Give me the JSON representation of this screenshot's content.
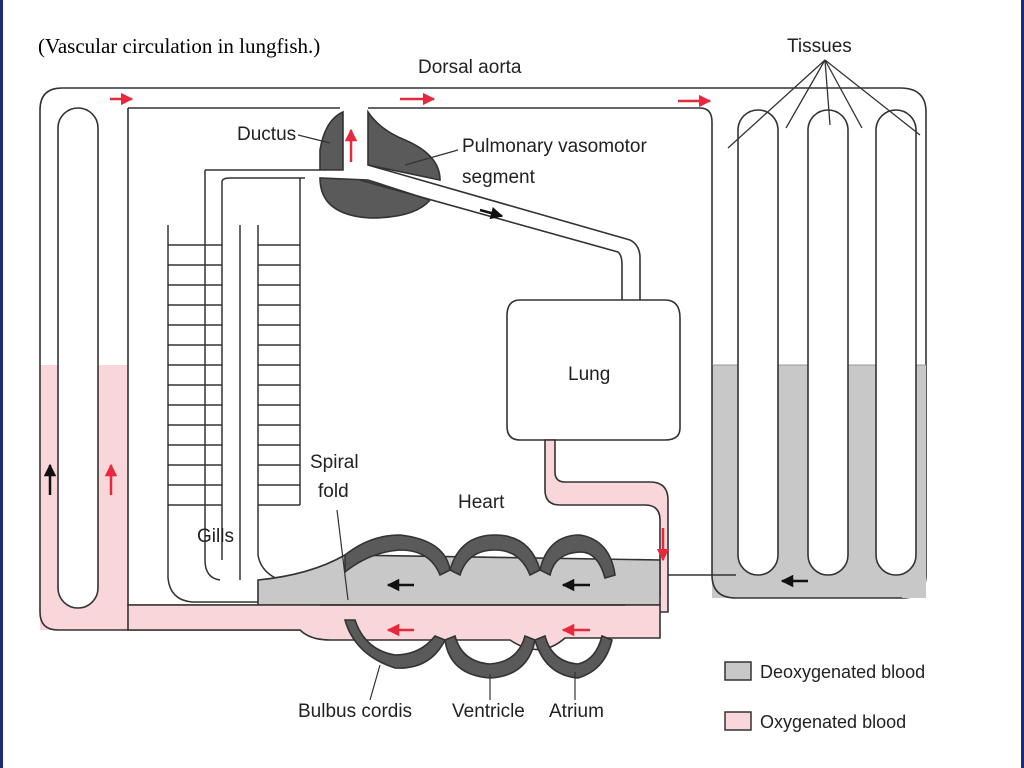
{
  "caption": "(Vascular circulation in lungfish.)",
  "labels": {
    "dorsal_aorta": "Dorsal aorta",
    "tissues": "Tissues",
    "ductus": "Ductus",
    "pulmonary_line1": "Pulmonary vasomotor",
    "pulmonary_line2": "segment",
    "lung": "Lung",
    "spiral_line1": "Spiral",
    "spiral_line2": "fold",
    "heart": "Heart",
    "gills": "Gills",
    "bulbus": "Bulbus cordis",
    "ventricle": "Ventricle",
    "atrium": "Atrium"
  },
  "legend": {
    "deoxygenated": "Deoxygenated blood",
    "oxygenated": "Oxygenated blood"
  },
  "colors": {
    "deoxygenated": "#c8c8c8",
    "oxygenated": "#f8d6da",
    "heart_wall": "#5a5a5a",
    "red_arrow": "#e8283c",
    "black_arrow": "#111111",
    "frame": "#1a2a78"
  }
}
